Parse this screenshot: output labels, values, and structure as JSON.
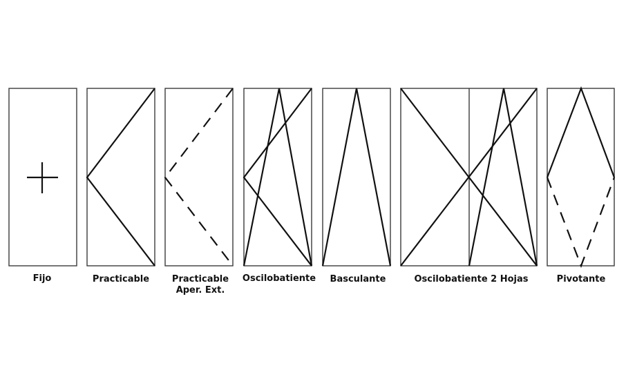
{
  "window_types": [
    {
      "id": "fijo",
      "label": "Fijo"
    },
    {
      "id": "practicable",
      "label": "Practicable"
    },
    {
      "id": "practicable-aper-ext",
      "label": "Practicable",
      "label_line2": "Aper. Ext."
    },
    {
      "id": "oscilobatiente",
      "label": "Oscilobatiente"
    },
    {
      "id": "basculante",
      "label": "Basculante"
    },
    {
      "id": "oscilobatiente-2-hojas",
      "label": "Oscilobatiente 2 Hojas"
    },
    {
      "id": "pivotante",
      "label": "Pivotante"
    }
  ]
}
